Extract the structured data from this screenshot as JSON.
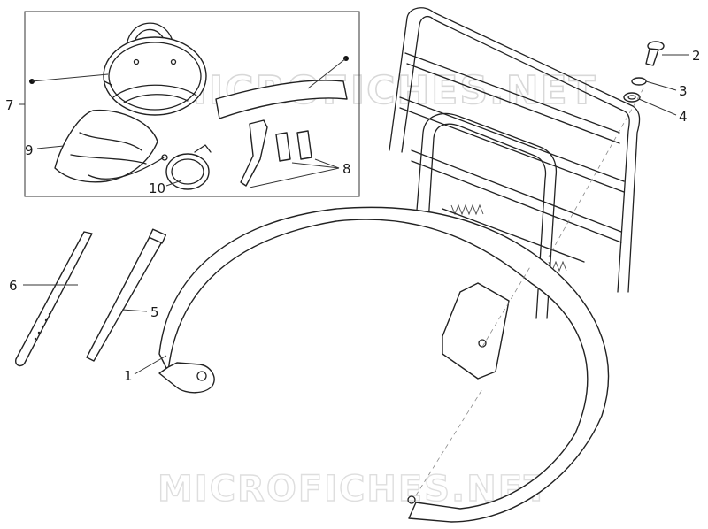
{
  "watermark": {
    "top": "MICROFICHES.NET",
    "bottom": "MICROFICHES.NET"
  },
  "callouts": [
    {
      "id": "1",
      "label": "1"
    },
    {
      "id": "2",
      "label": "2"
    },
    {
      "id": "3",
      "label": "3"
    },
    {
      "id": "4",
      "label": "4"
    },
    {
      "id": "5",
      "label": "5"
    },
    {
      "id": "6",
      "label": "6"
    },
    {
      "id": "7",
      "label": "7"
    },
    {
      "id": "8",
      "label": "8"
    },
    {
      "id": "9",
      "label": "9"
    },
    {
      "id": "10",
      "label": "10"
    }
  ],
  "colors": {
    "line": "#222222",
    "background": "#ffffff",
    "watermark": "#d8d8d8"
  }
}
